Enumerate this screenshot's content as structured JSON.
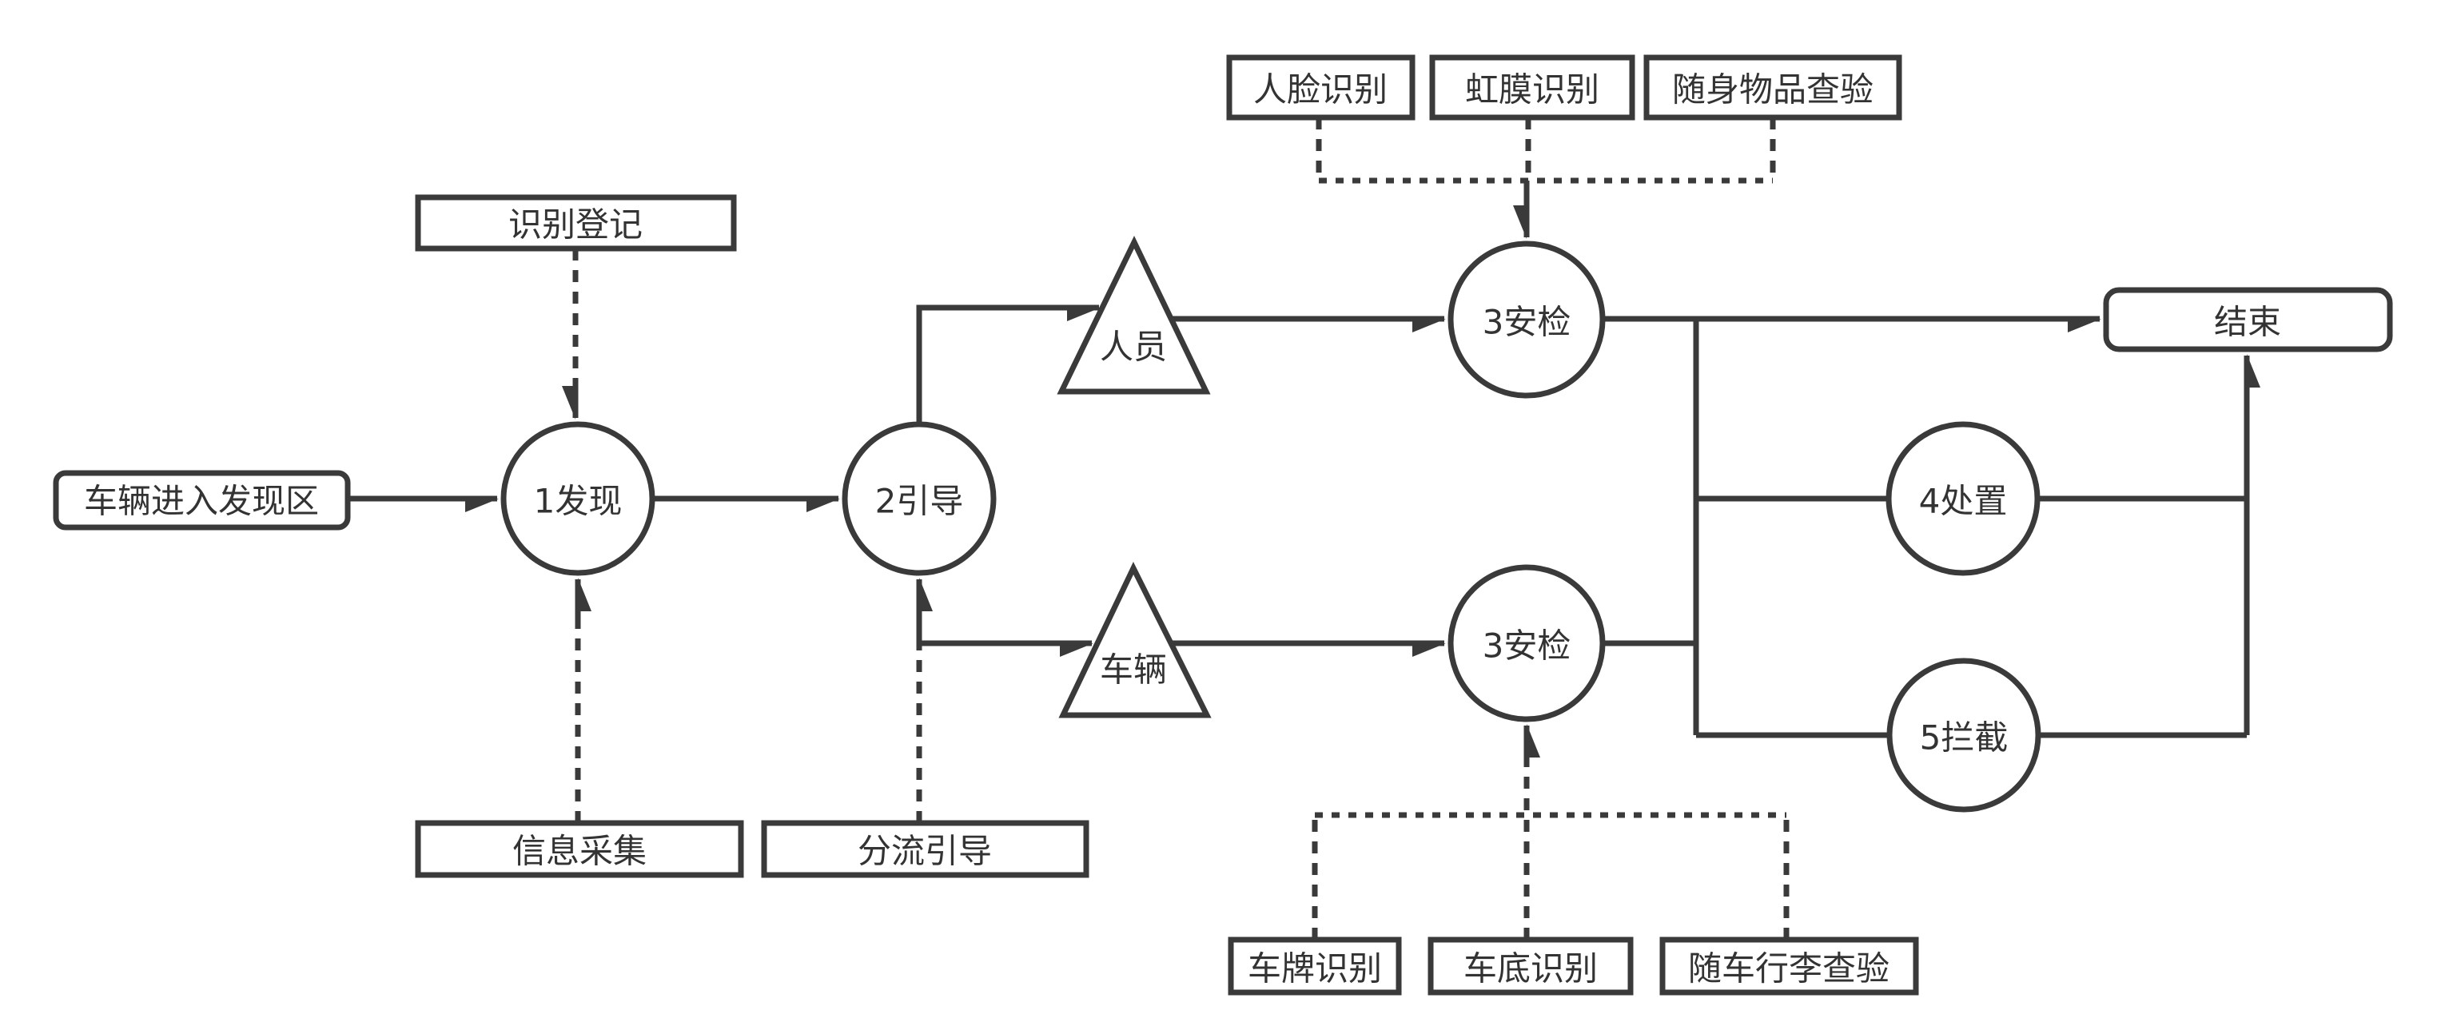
{
  "diagram": {
    "type": "flowchart",
    "colors": {
      "stroke": "#3a3a3a",
      "text": "#333333",
      "background": "#ffffff"
    },
    "nodes": {
      "vehicle_enter": "车辆进入发现区",
      "register": "识别登记",
      "info_collect": "信息采集",
      "discover": "1发现",
      "guide": "2引导",
      "divert_guide": "分流引导",
      "person": "人员",
      "vehicle": "车辆",
      "security_check_top": "3安检",
      "security_check_bottom": "3安检",
      "handle": "4处置",
      "intercept": "5拦截",
      "end": "结束",
      "face_recognition": "人脸识别",
      "iris_recognition": "虹膜识别",
      "belongings_inspection": "随身物品查验",
      "plate_recognition": "车牌识别",
      "underbody_recognition": "车底识别",
      "luggage_inspection": "随车行李查验"
    }
  }
}
